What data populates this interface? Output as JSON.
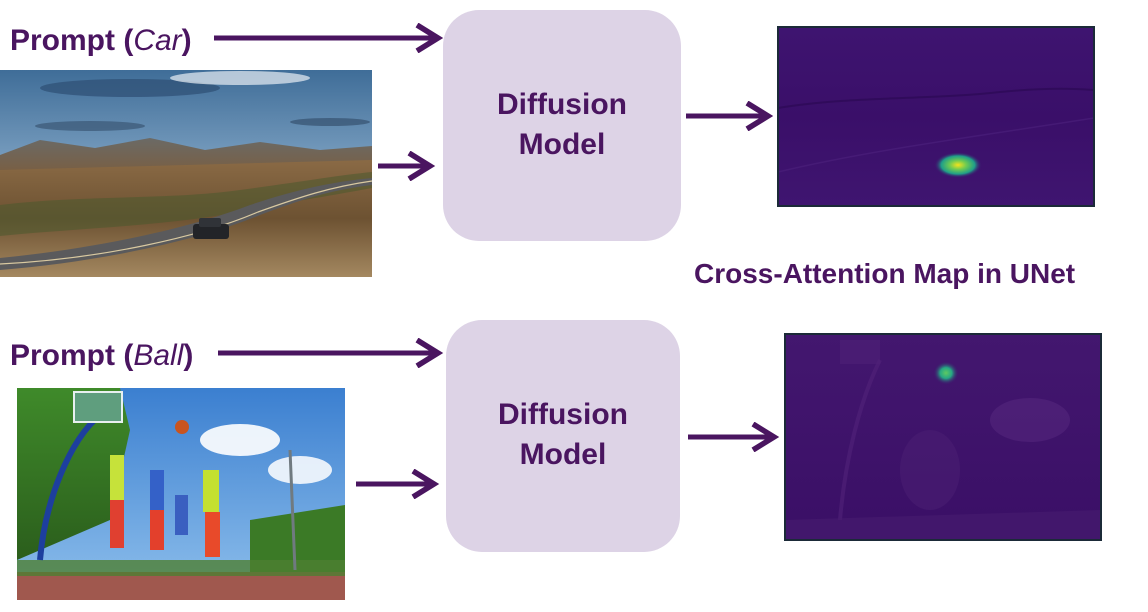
{
  "colors": {
    "accent": "#4a1560",
    "box_fill": "#ddd3e6",
    "map_bg": "#3d0d6b"
  },
  "rows": [
    {
      "prompt_label": "Prompt (",
      "prompt_subject": "Car",
      "prompt_close": ")",
      "model_line1": "Diffusion",
      "model_line2": "Model"
    },
    {
      "prompt_label": "Prompt (",
      "prompt_subject": "Ball",
      "prompt_close": ")",
      "model_line1": "Diffusion",
      "model_line2": "Model"
    }
  ],
  "caption": "Cross-Attention Map in UNet"
}
